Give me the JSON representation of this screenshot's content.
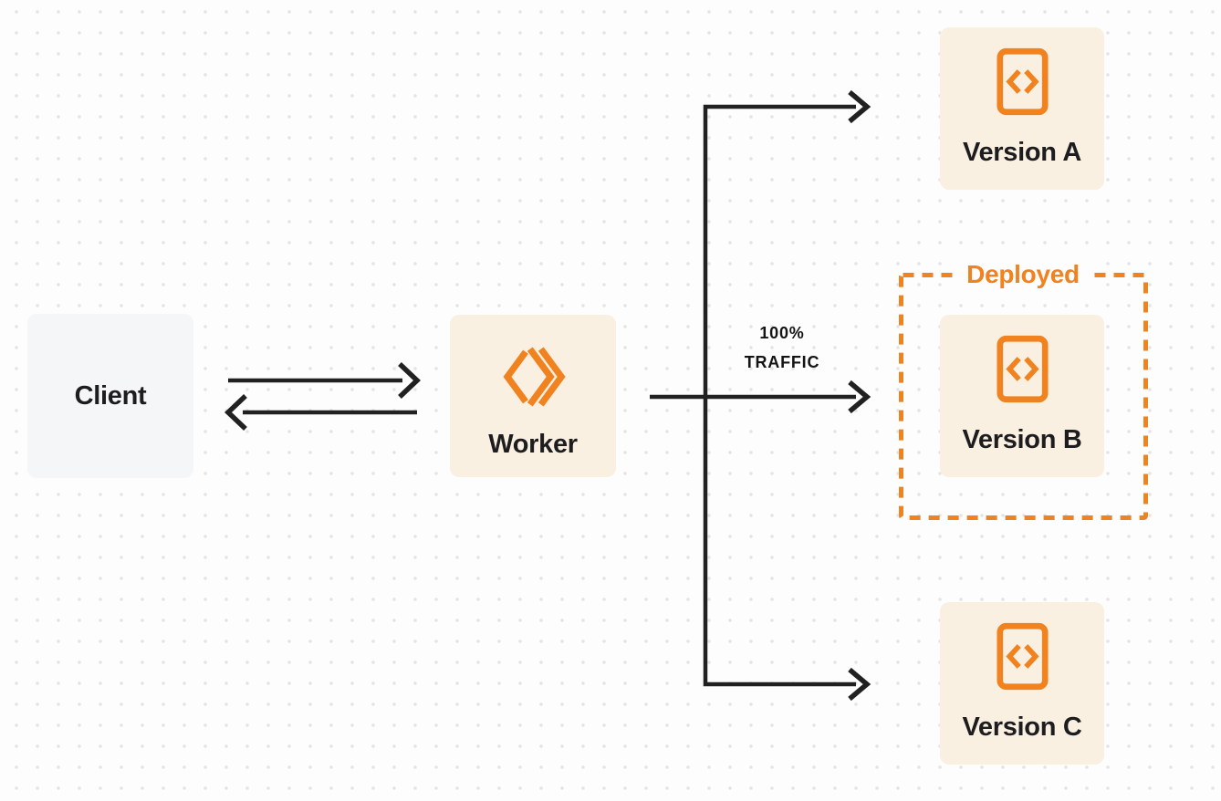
{
  "diagram": {
    "title": "worker-traffic-routing-diagram",
    "nodes": {
      "client": {
        "label": "Client"
      },
      "worker": {
        "label": "Worker",
        "icon": "workers-logo-icon"
      },
      "version_a": {
        "label": "Version A",
        "icon": "code-file-icon"
      },
      "version_b": {
        "label": "Version B",
        "icon": "code-file-icon"
      },
      "version_c": {
        "label": "Version C",
        "icon": "code-file-icon"
      }
    },
    "annotations": {
      "traffic": {
        "line1": "100%",
        "line2": "TRAFFIC"
      },
      "deployed": {
        "label": "Deployed"
      }
    },
    "edges": [
      {
        "from": "client",
        "to": "worker",
        "style": "arrow-right"
      },
      {
        "from": "worker",
        "to": "client",
        "style": "arrow-left"
      },
      {
        "from": "worker",
        "to": "version_a",
        "style": "elbow-arrow"
      },
      {
        "from": "worker",
        "to": "version_b",
        "style": "straight-arrow",
        "label": "100% TRAFFIC"
      },
      {
        "from": "worker",
        "to": "version_c",
        "style": "elbow-arrow"
      }
    ],
    "colors": {
      "orange": "#f08220",
      "node_cream": "#faf0e1",
      "node_gray": "#f5f6f7",
      "line_dark": "#212121",
      "text_dark": "#1d1d1f",
      "background": "#fdfdfd",
      "dot_grid": "#e4e4e4"
    }
  }
}
